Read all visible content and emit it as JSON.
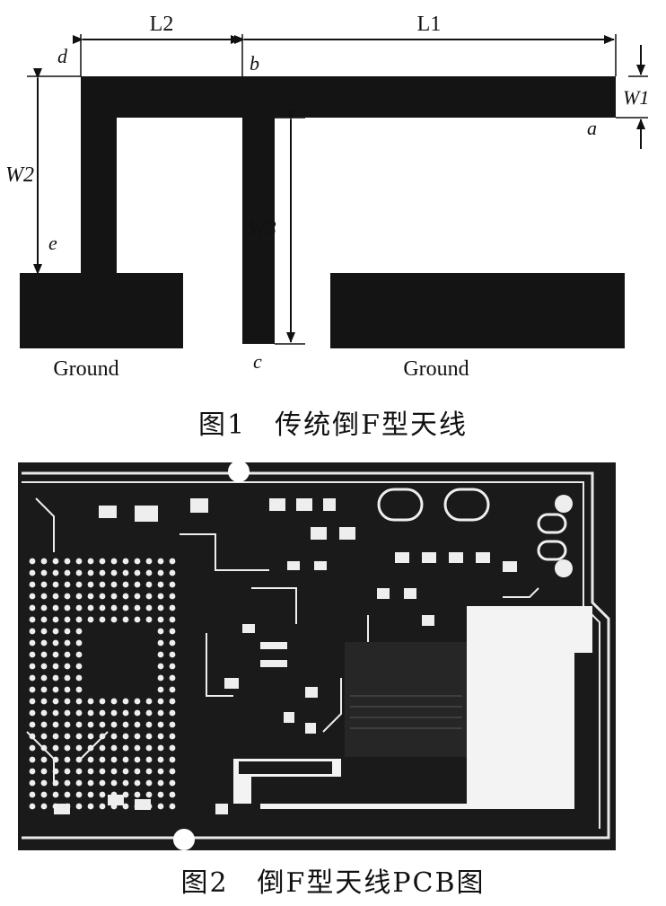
{
  "figure1": {
    "labels": {
      "L1": "L1",
      "L2": "L2",
      "W1": "W1",
      "W2": "W2",
      "W3": "W3",
      "a": "a",
      "b": "b",
      "c": "c",
      "d": "d",
      "e": "e",
      "ground_left": "Ground",
      "ground_right": "Ground"
    },
    "caption": "图1　传统倒F型天线"
  },
  "figure2": {
    "caption": "图2　倒F型天线PCB图"
  },
  "colors": {
    "ink": "#111111",
    "paper": "#ffffff",
    "copper": "#141414"
  }
}
